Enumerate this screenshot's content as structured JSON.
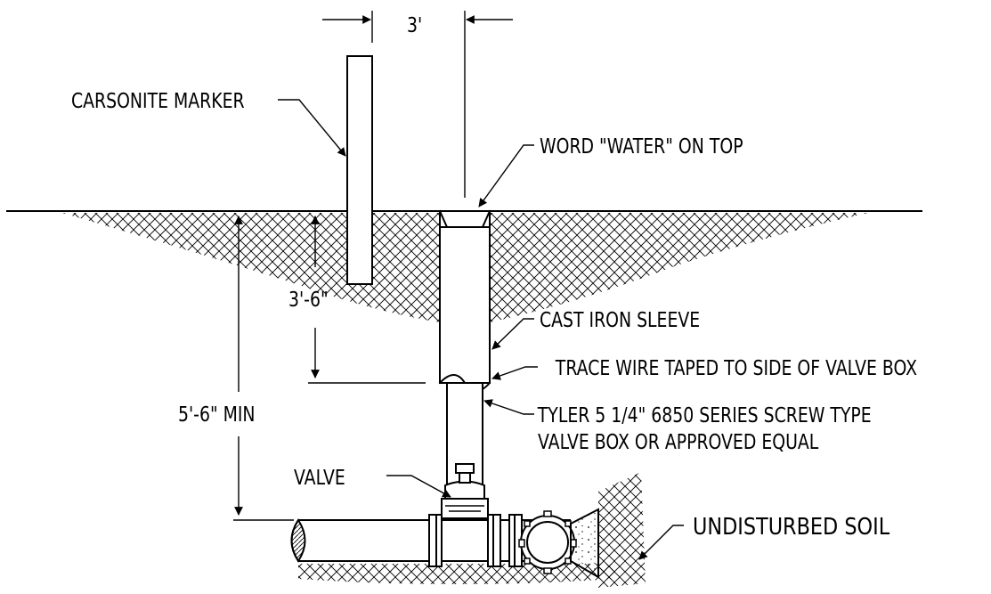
{
  "drawing": {
    "dimensions": {
      "offset": "3'",
      "marker_depth": "3'-6\"",
      "pipe_depth": "5'-6\" MIN"
    },
    "callouts": {
      "marker": "CARSONITE MARKER",
      "word_on_top": "WORD \"WATER\" ON TOP",
      "sleeve": "CAST IRON SLEEVE",
      "trace_wire": "TRACE WIRE TAPED TO SIDE OF VALVE BOX",
      "valve_box_line1": "TYLER 5 1/4\" 6850 SERIES SCREW TYPE",
      "valve_box_line2": "VALVE BOX OR APPROVED EQUAL",
      "valve": "VALVE",
      "soil": "UNDISTURBED SOIL"
    }
  }
}
